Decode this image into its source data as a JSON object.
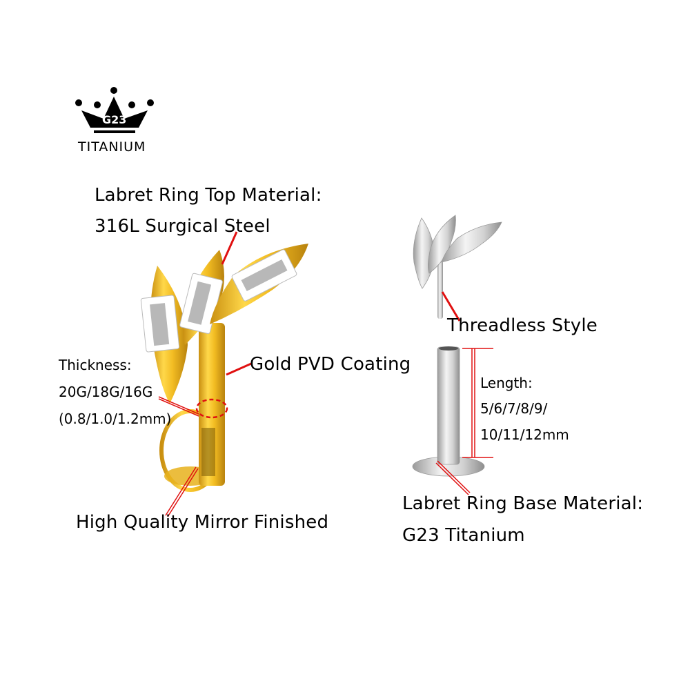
{
  "brand": {
    "badge_text": "G23",
    "badge_caption": "TITANIUM",
    "icon": "crown-icon"
  },
  "labels": {
    "top_material_title": "Labret Ring Top Material:",
    "top_material_value": "316L Surgical Steel",
    "coating": "Gold PVD Coating",
    "thickness_title": "Thickness:",
    "thickness_gauges": "20G/18G/16G",
    "thickness_mm": "(0.8/1.0/1.2mm)",
    "finish": "High Quality Mirror Finished",
    "style": "Threadless Style",
    "length_title": "Length:",
    "length_values_1": "5/6/7/8/9/",
    "length_values_2": "10/11/12mm",
    "base_material_title": "Labret Ring Base Material:",
    "base_material_value": "G23 Titanium"
  },
  "colors": {
    "gold": "#E8B21C",
    "gold_dark": "#B8860B",
    "silver": "#C8C8C8",
    "annotation_red": "#E01010",
    "text": "#000000",
    "background": "#FFFFFF"
  }
}
